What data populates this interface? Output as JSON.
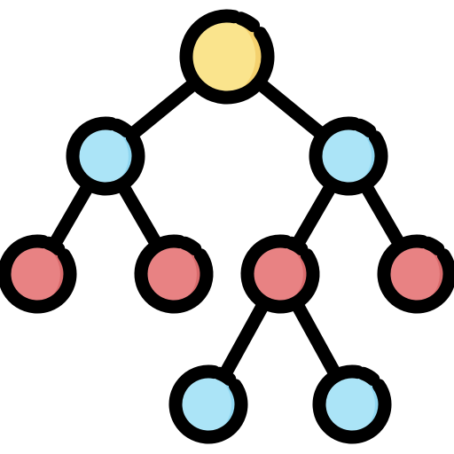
{
  "icon": {
    "name": "hierarchy-tree-icon",
    "colors": {
      "outline": "#000000",
      "root": "#FAE48D",
      "root_shade": "#F4D16E",
      "level1": "#ABE4F7",
      "level1_shade": "#8FD6F0",
      "leaf": "#E88283",
      "leaf_shade": "#D96B6C",
      "level3": "#ABE4F7",
      "level3_shade": "#8FD6F0"
    },
    "nodes": [
      {
        "id": "root",
        "parent": null,
        "color": "root"
      },
      {
        "id": "left-child",
        "parent": "root",
        "color": "level1"
      },
      {
        "id": "right-child",
        "parent": "root",
        "color": "level1"
      },
      {
        "id": "left-left-leaf",
        "parent": "left-child",
        "color": "leaf"
      },
      {
        "id": "left-right-leaf",
        "parent": "left-child",
        "color": "leaf"
      },
      {
        "id": "right-left-node",
        "parent": "right-child",
        "color": "leaf"
      },
      {
        "id": "right-right-leaf",
        "parent": "right-child",
        "color": "leaf"
      },
      {
        "id": "bottom-left-node",
        "parent": "right-left-node",
        "color": "level3"
      },
      {
        "id": "bottom-right-node",
        "parent": "right-left-node",
        "color": "level3"
      }
    ]
  }
}
